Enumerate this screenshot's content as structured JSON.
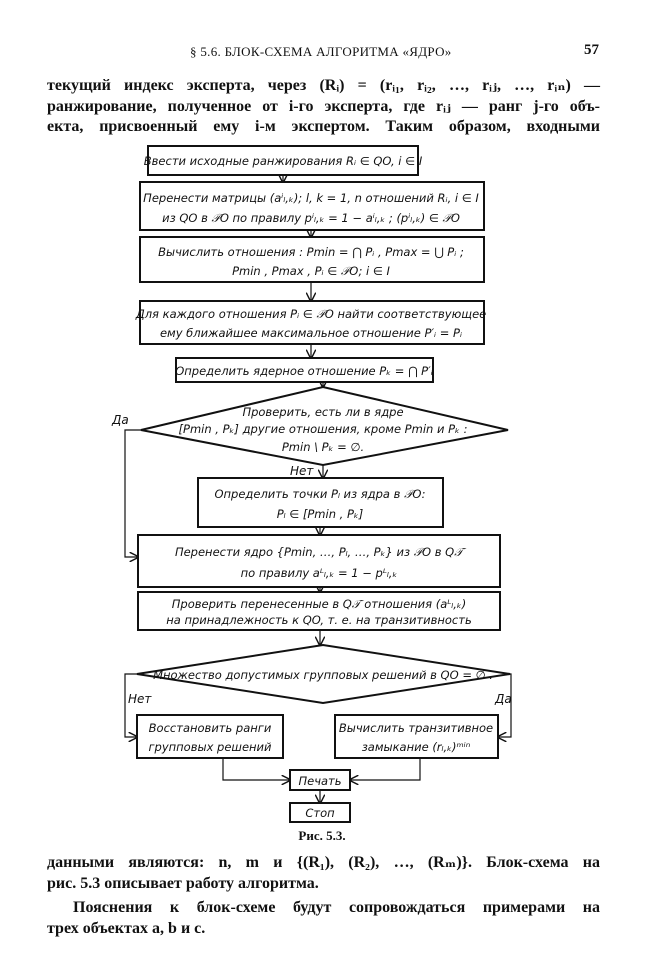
{
  "header": {
    "title": "§ 5.6. БЛОК-СХЕМА АЛГОРИТМА «ЯДРО»",
    "page_number": "57"
  },
  "intro": [
    "текущий индекс эксперта, через (Rᵢ) = (rᵢ₁, rᵢ₂, …, rᵢⱼ, …, rᵢₙ) —",
    "ранжирование, полученное от i-го эксперта, где rᵢⱼ — ранг j-го объ-",
    "екта, присвоенный ему i-м экспертом. Таким образом, входными"
  ],
  "flowchart": {
    "box1": [
      "Ввести исходные ранжирования  Rᵢ ∈ QO,  i ∈ I"
    ],
    "box2": [
      "Перенести матрицы (aⁱₗ,ₖ); l, k = 1, n отношений Rᵢ, i ∈ I",
      "из QO в 𝒫O по правилу pⁱₗ,ₖ = 1 − aⁱₗ,ₖ ; (pⁱₗ,ₖ) ∈ 𝒫O"
    ],
    "box3": [
      "Вычислить отношения : Pmin = ⋂ Pᵢ ,  Pmax = ⋃ Pᵢ ;",
      "Pmin ,  Pmax ,  Pᵢ ∈ 𝒫O;   i ∈ I"
    ],
    "box4": [
      "Для каждого отношения Pᵢ ∈ 𝒫O найти соответствующее",
      "ему ближайшее максимальное отношение P′ᵢ = Pᵢ"
    ],
    "box5": [
      "Определить ядерное отношение Pₖ = ⋂ P′ᵢ"
    ],
    "decision1": [
      "Проверить, есть ли в ядре",
      "[Pmin , Pₖ] другие отношения, кроме Pmin и Pₖ :",
      "Pmin \\ Pₖ = ∅."
    ],
    "decision1_yes": "Да",
    "decision1_no": "Нет",
    "box6": [
      "Определить точки Pₗ из ядра в 𝒫O:",
      "Pₗ ∈ [Pmin , Pₖ]"
    ],
    "box7": [
      "Перенести ядро {Pmin, …, Pₗ, …, Pₖ} из 𝒫O в Q𝒯",
      "по правилу  aᴸₗ,ₖ = 1 − pᴸₗ,ₖ"
    ],
    "box8": [
      "Проверить перенесенные в Q𝒯 отношения  (aᴸₗ,ₖ)",
      "на принадлежность к QO, т. е. на транзитивность"
    ],
    "decision2": [
      "Множество допустимых групповых решений в QO = ∅ ."
    ],
    "decision2_no": "Нет",
    "decision2_yes": "Да",
    "box9": [
      "Восстановить ранги",
      "групповых решений"
    ],
    "box10": [
      "Вычислить транзитивное",
      "замыкание  (rₗ,ₖ)ᵐⁱⁿ"
    ],
    "print": "Печать",
    "stop": "Стоп",
    "caption": "Рис. 5.3."
  },
  "outro": [
    "данными являются: n, m и {(R₁), (R₂), …, (Rₘ)}. Блок-схема на",
    "рис. 5.3 описывает работу алгоритма.",
    "Пояснения к блок-схеме будут сопровождаться примерами на",
    "трех объектах a, b и c."
  ]
}
